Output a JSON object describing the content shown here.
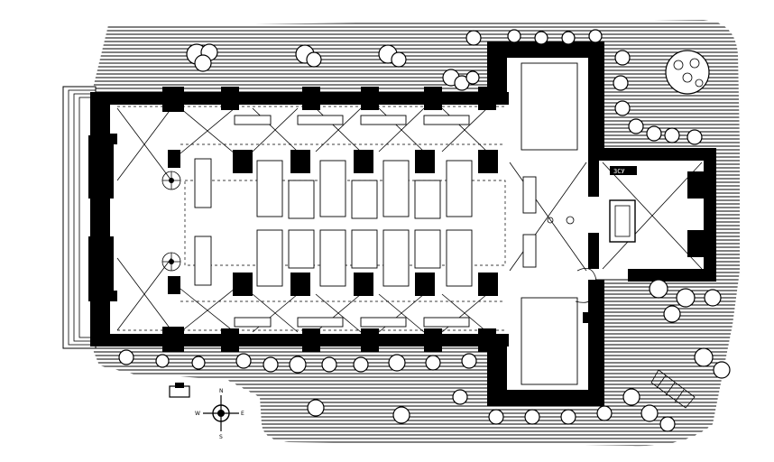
{
  "drawing": {
    "kind": "church floor plan",
    "style": "black-and-white architectural line drawing"
  },
  "labels": {
    "room_sign": "ЗСУ"
  },
  "compass": {
    "letters": [
      "N",
      "S",
      "E",
      "W"
    ]
  },
  "icons": {
    "compass": "compass-rose-icon",
    "tree": "tree-canopy-icon",
    "spiral_stair": "spiral-staircase-icon"
  }
}
